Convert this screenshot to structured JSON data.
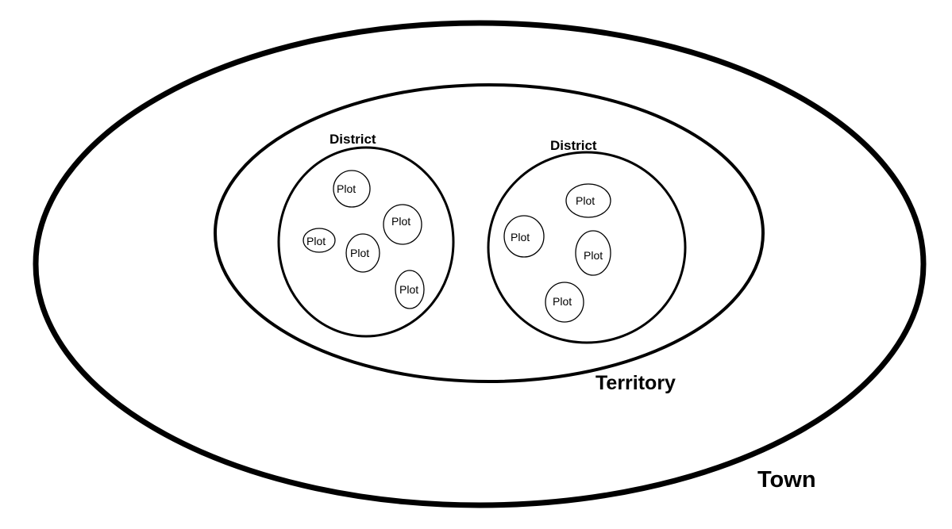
{
  "diagram": {
    "town": {
      "label": "Town"
    },
    "territory": {
      "label": "Territory"
    },
    "districts": [
      {
        "label": "District",
        "plots": [
          {
            "label": "Plot"
          },
          {
            "label": "Plot"
          },
          {
            "label": "Plot"
          },
          {
            "label": "Plot"
          },
          {
            "label": "Plot"
          }
        ]
      },
      {
        "label": "District",
        "plots": [
          {
            "label": "Plot"
          },
          {
            "label": "Plot"
          },
          {
            "label": "Plot"
          },
          {
            "label": "Plot"
          }
        ]
      }
    ]
  },
  "colors": {
    "stroke": "#000000",
    "background": "#ffffff"
  }
}
